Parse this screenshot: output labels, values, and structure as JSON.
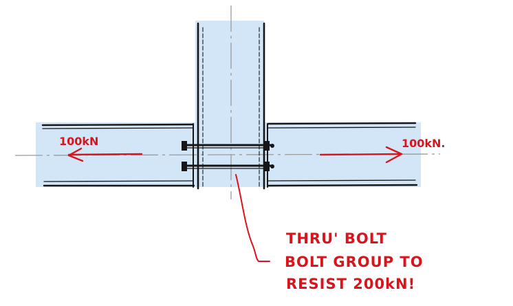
{
  "colors": {
    "member_fill": "#d3e6f8",
    "ink": "#161616",
    "annotation": "#d8141c",
    "centerline": "#9a9a9a"
  },
  "loads": {
    "left": "100kN",
    "right": "100kN."
  },
  "note": {
    "line1": "THRU' BOLT",
    "line2": "BOLT GROUP TO",
    "line3": "RESIST  200kN!"
  }
}
